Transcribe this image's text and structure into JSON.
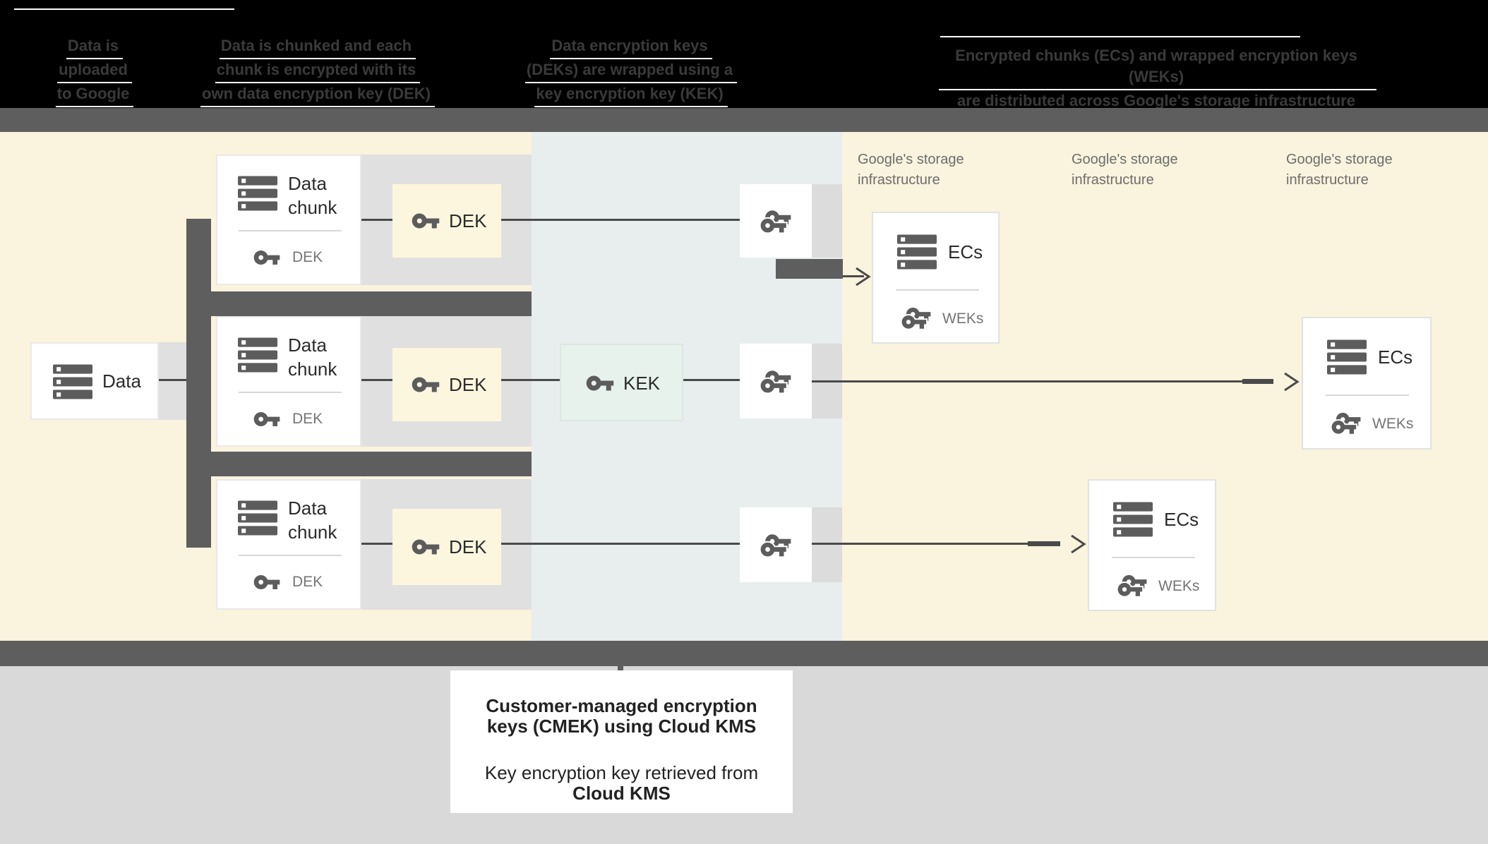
{
  "header": {
    "steps": [
      {
        "lines": [
          "Data is",
          "uploaded",
          "to Google"
        ]
      },
      {
        "lines": [
          "Data is chunked and each",
          "chunk is encrypted with its",
          "own data encryption key (DEK)"
        ]
      },
      {
        "lines": [
          "Data encryption keys",
          "(DEKs) are wrapped using a",
          "key encryption key (KEK)"
        ]
      },
      {
        "lines": [
          "Encrypted chunks (ECs) and wrapped encryption keys (WEKs)",
          "are distributed across Google's storage infrastructure"
        ]
      }
    ]
  },
  "diagram": {
    "data_box": {
      "label": "Data"
    },
    "chunk_boxes": [
      {
        "title": "Data chunk",
        "key_label": "DEK"
      },
      {
        "title": "Data chunk",
        "key_label": "DEK"
      },
      {
        "title": "Data chunk",
        "key_label": "DEK"
      }
    ],
    "dek_boxes": [
      "DEK",
      "DEK",
      "DEK"
    ],
    "kek_box": {
      "label": "KEK"
    },
    "storage_labels": [
      "Google's storage infrastructure",
      "Google's storage infrastructure",
      "Google's storage infrastructure"
    ],
    "ec_boxes": [
      {
        "title": "ECs",
        "key_label": "WEKs"
      },
      {
        "title": "ECs",
        "key_label": "WEKs"
      },
      {
        "title": "ECs",
        "key_label": "WEKs"
      }
    ]
  },
  "caption": {
    "title": "Customer-managed encryption keys (CMEK) using Cloud KMS",
    "sub_text": "Key encryption key retrieved from",
    "sub_bold": "Cloud KMS"
  },
  "icons": {
    "stack": "server-stack-icon",
    "key": "key-icon",
    "wrapped_key": "wrapped-key-icon"
  },
  "colors": {
    "header_bg": "#000000",
    "header_text": "#3a3a3a",
    "section_cream": "#faf3dd",
    "kms_column": "#e8edee",
    "band_gray": "#e0e0e0",
    "pipe_dark": "#5e5e5e",
    "dek_fill": "#fdf6df",
    "kek_fill": "#e8f2ec",
    "icon_gray": "#5c5c5c",
    "text_dark": "#2b2b2b",
    "text_gray": "#757575",
    "bottom_gray": "#d9d9d9"
  }
}
